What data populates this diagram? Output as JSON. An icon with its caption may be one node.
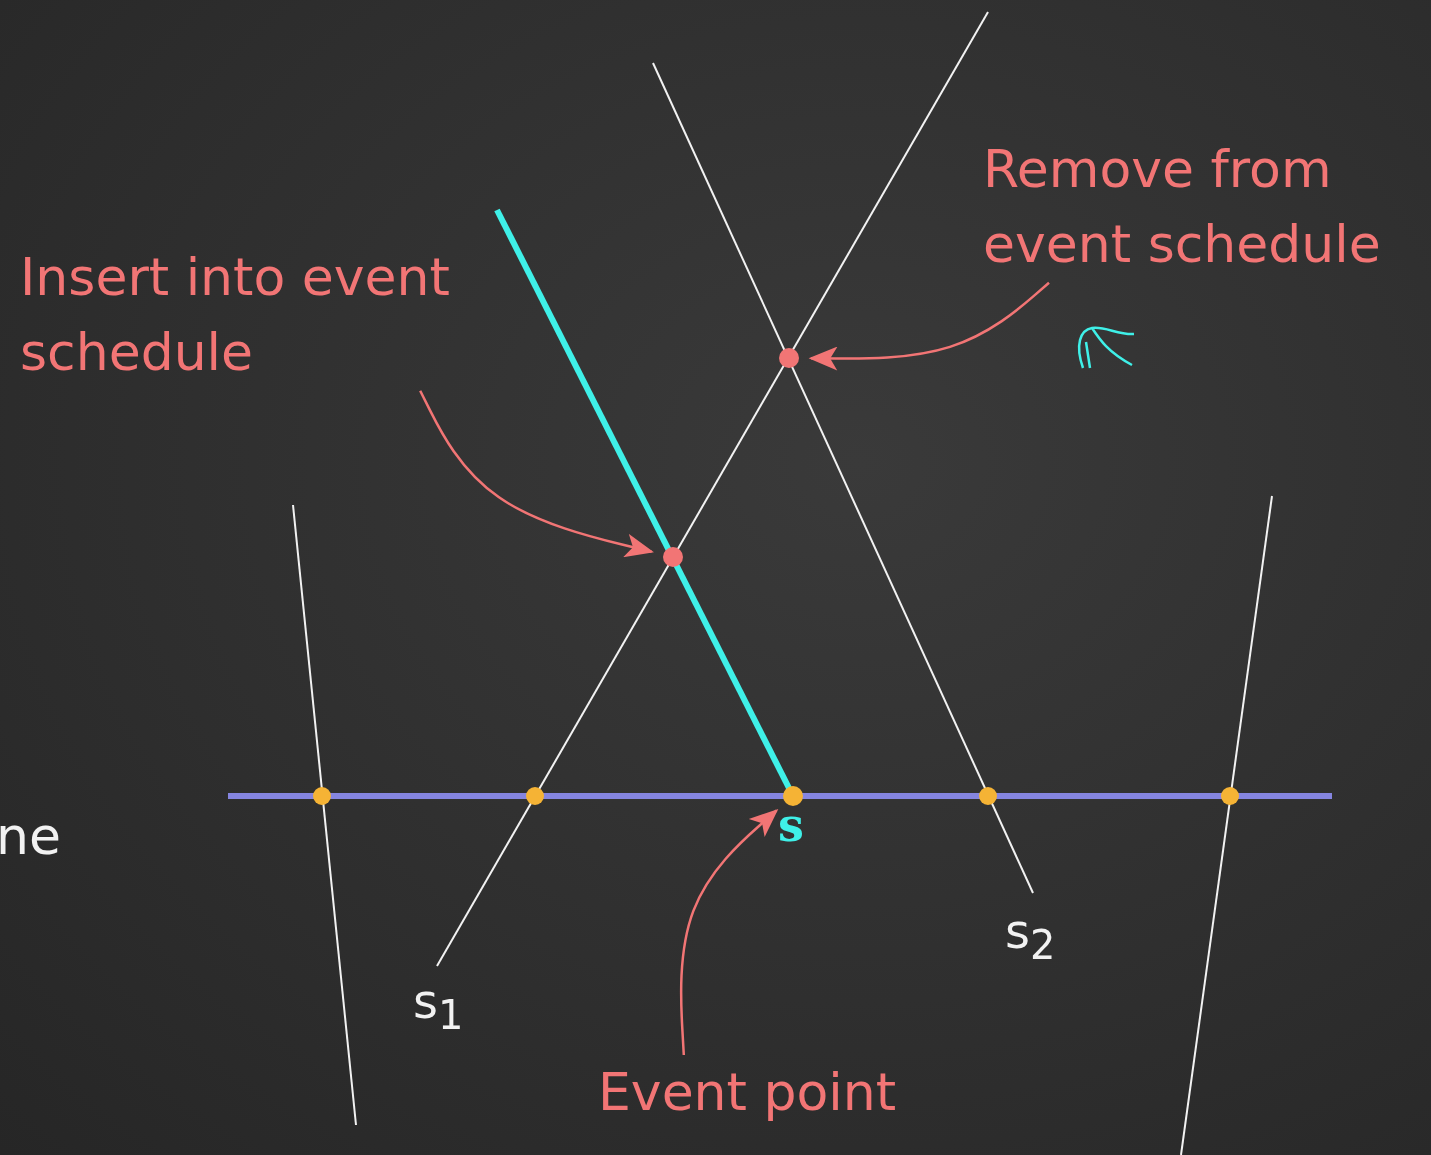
{
  "diagram": {
    "nodes": [
      {
        "text": [
          "Insert into event schedule"
        ]
      },
      {
        "text": [
          "Remove from event schedule"
        ]
      },
      {
        "text": [
          "Event point"
        ]
      },
      {
        "text": [],
        "shape": "circle"
      },
      {
        "text": [],
        "shape": "circle"
      },
      {
        "text": [],
        "shape": "circle"
      },
      {
        "text": [],
        "shape": "circle"
      },
      {
        "text": [],
        "shape": "circle"
      },
      {
        "text": [],
        "shape": "circle"
      },
      {
        "text": [],
        "shape": "circle"
      }
    ],
    "edges": [
      {
        "from": 0,
        "to": 3,
        "arrow": "to"
      },
      {
        "from": 1,
        "to": 4,
        "arrow": "to"
      },
      {
        "from": 2,
        "to": 7,
        "arrow": "to"
      }
    ],
    "labels": [
      "s",
      "s$_{1}$",
      "s$_{2}$",
      "ne"
    ]
  }
}
